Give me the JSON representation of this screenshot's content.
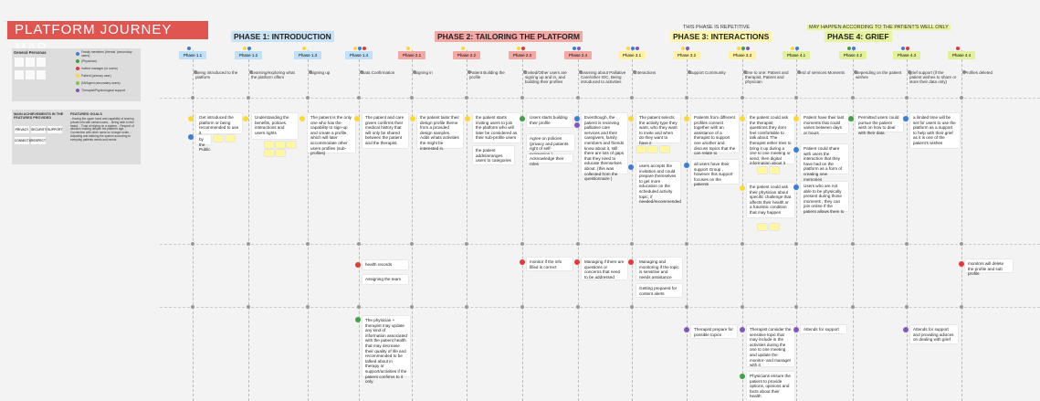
{
  "title": "PLATFORM JOURNEY MAP",
  "phases": [
    {
      "label": "PHASE 1: INTRODUCTION",
      "class": "ph1"
    },
    {
      "label": "PHASE 2: TAILORING THE PLATFORM",
      "class": "ph2"
    },
    {
      "label": "PHASE 3: INTERACTIONS",
      "pre": "THIS PHASE IS REPETITIVE",
      "class": "ph3"
    },
    {
      "label": "PHASE 4: GRIEF",
      "pre": "MAY HAPPEN ACCORDING TO THE PATIENT'S WELL ONLY",
      "class": "ph4"
    }
  ],
  "sub_phases": [
    "Phase 1.1",
    "Phase 1.2",
    "Phase 1.3",
    "Phase 1.4",
    "Phase 2.1",
    "Phase 2.2",
    "Phase 2.3",
    "Phase 2.4",
    "Phase 3.1",
    "Phase 3.2",
    "Phase 3.3",
    "Phase 4.1",
    "Phase 4.2",
    "Phase 4.3",
    "Phase 4.4"
  ],
  "steps": [
    "Being introduced to the platform",
    "Learning/exploring what the platform offers",
    "Signing up",
    "Data Confirmation",
    "Signing in",
    "Patient Building the profile",
    "Invited/Other users are signing up and in, and building their profiles",
    "Learning about Palliative Care/other IOC, Being introduced to activities",
    "Interactions",
    "Support Community",
    "One to one: Patient and therapist, Patient and physician",
    "end of services Moments",
    "Depending on the patient wishes",
    "grief support (if the patient wishes to share or store their data only)",
    "Profiles deleted"
  ],
  "legend": {
    "title": "General Personas",
    "items": [
      "Family members (friends' (secondary users)",
      "(Physician)",
      "Invited manager (or users)",
      "Patient (primary user)",
      "(Mi/Agent (secondary users)",
      "Therapist/Psychological support"
    ],
    "colors": [
      "#3b7dd8",
      "#43a047",
      "#e53935",
      "#fdd835",
      "#8bc34a",
      "#7e57c2"
    ]
  },
  "achievements": {
    "title": "MAIN ACHIEVEMENTS IN THE FEATURES PROVIDED",
    "tags": [
      "PRIVACY",
      "SECURITY",
      "SUPPORT",
      "CONNECTION",
      "RESPECT"
    ]
  },
  "goals": {
    "title": "FEATURED GOALS",
    "text": "- Having the upper hand and capability of sharing private info with certain users, - Being able to feel heard, - Trust of relying on a system, - Respect of decision making despite the patient's age, - Connection with other users on a larger scale, - Adjusting and tailoring the system according to everyday patients needs and needs"
  },
  "cards_row1": [
    "Get introduced the platform or being recommended to use it",
    "Understanding the benefits, policies, interactions and users rights",
    "The patient is the only one who has the capability to sign-up and create a profile, which will later accommodate other users profiles (sub-profiles)",
    "The patient and care givers confirms their medical history that will only be shared between the patient and the therapist.",
    "the patient tailor their design profile theme from a provided design samples. Adds whats activities the might be interested in.",
    "the patient starts inviting users to join the platform who will later be considered as their sub-profile users",
    "Users starts building their profile",
    "Eventhough, the patient is recieving palliative care services and their caregivers, family members and friends know about it, still there are lots of gaps that they need to educate themselves about. (this was collected from the questionnaire )",
    "The patient selects the activity type they want, who they want to invite and when do they want to have it",
    "Patients from different profiles connect together with an assistance of a therapist to support one another and discuss topics that the can relate to",
    "the patient could ask the therapist questions they dont feel comfortable to talk about. The therapist either tries to bring it up during a one to one meeting or send, then digital information about it",
    "Patient have their last moments that could varies between days or hours",
    "Permitted users could pursue the patient wish on how to deal with their data",
    "a limited time will be set for users to use the platform as a support to help with their grief as it is one of the patient's wishes"
  ],
  "extra_cards": {
    "p1_1_label": "by the Public",
    "p2_3_sub": "the patient adds/arranges users to categories",
    "p2_4_a": "Agree on policies (privacy and patients right of self-expression )",
    "p2_4_b": "Acknowledge their roles",
    "p3_1_b": "users accepts the invitation and could prepare themselves to get more education on the scheduled activity topic, if needed/recommended",
    "p3_2_b": "all users have their support Group , however this support focuses on the patients",
    "p3_3_b": "the patient could ask their physician about specific challenge that affects their health or a futuristic condition that may happen",
    "p4_1_b": "Patient could share with users the interaction that they have had on the platform as a form of creating new memories",
    "p4_1_c": "Users who are not able to be physically present during those moments , they can join online if the patient allows them to"
  },
  "row2": {
    "health": "health records",
    "assign": "Assigning the team",
    "monitor": "monitor if the info filled is correct",
    "manage_q": "Managing if there are questions or concerns that need to be addressed",
    "manage_mon": "Managing and monitoring if the topic is sensitive and needs assistance",
    "prepare": "Getting prepared for content alerts",
    "delete": "monitors will delete the profile and sub profile"
  },
  "row3": {
    "physician": "The physician + therapist may update any kind of information associated with the patient health that may decrease their quality of life and recommended to be talked about in therapy or support/activities if the patient confirms to it only.",
    "therapist_prep": "Therapist prepare for possible topics",
    "therapist_consider": "Therapist consider the sensitive topic that may include in the activities during the one to one meeting and update the monitor- and manager with it",
    "physicians": "Physicians ensure the patient to provide options, opinions and facts about their health",
    "attends": "Attends for support",
    "attends2": "Attends for support and providing advices on dealing with grief"
  }
}
